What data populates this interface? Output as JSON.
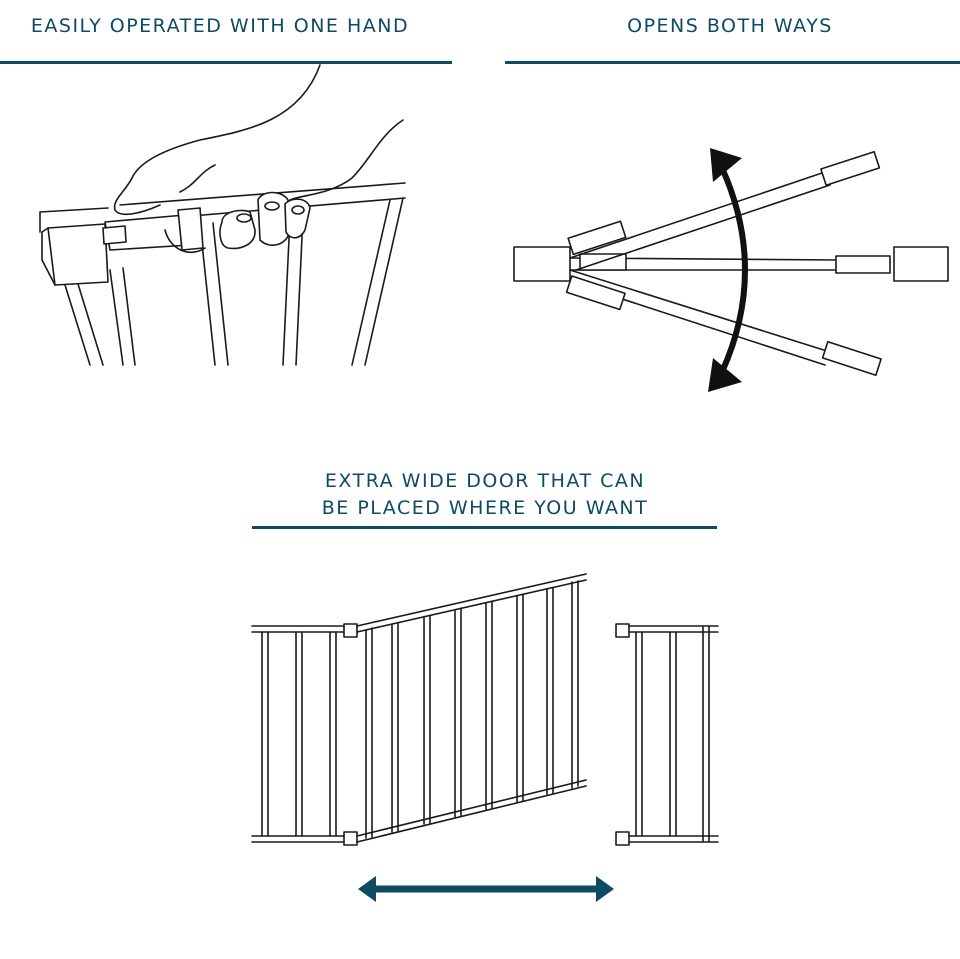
{
  "panels": {
    "one_hand": {
      "title": "EASILY OPERATED WITH ONE HAND"
    },
    "both_ways": {
      "title": "OPENS BOTH WAYS"
    },
    "wide_door": {
      "title_line1": "EXTRA WIDE DOOR THAT CAN",
      "title_line2": "BE PLACED WHERE YOU WANT"
    }
  },
  "colors": {
    "accent": "#0f4a63",
    "line": "#1a1a1a"
  },
  "icons": [
    "hand-on-gate-icon",
    "swing-arrow-icon",
    "double-arrow-icon"
  ]
}
